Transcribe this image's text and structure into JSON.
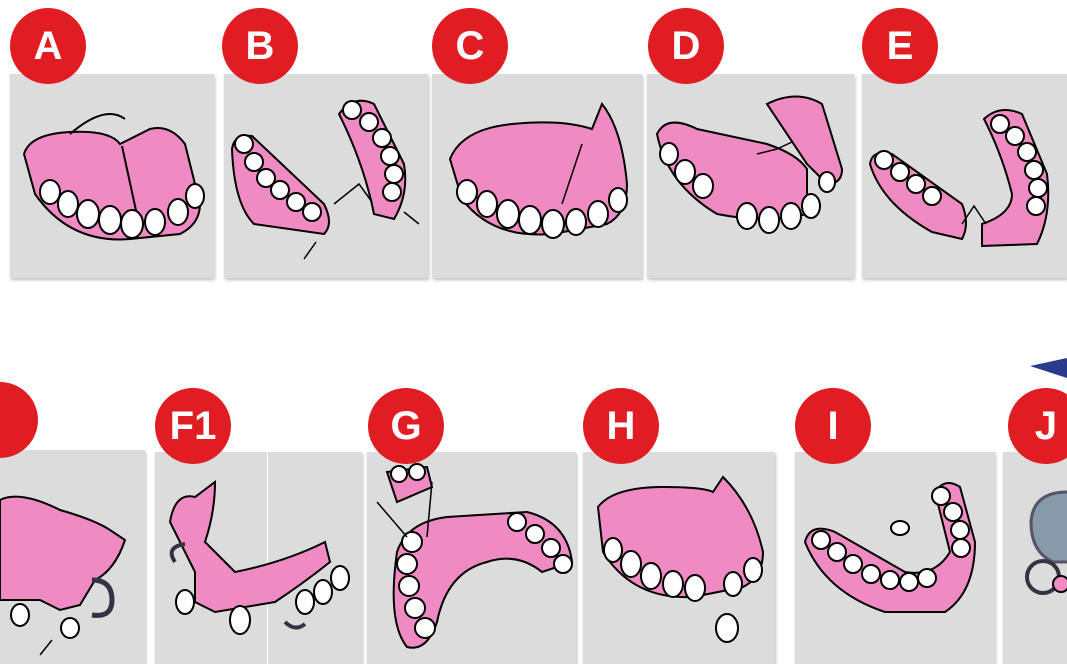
{
  "labels": {
    "a": "A",
    "b": "B",
    "c": "C",
    "d": "D",
    "e": "E",
    "f1": "F1",
    "g": "G",
    "h": "H",
    "i": "I",
    "j": "J"
  },
  "colors": {
    "badge": "#e11d24",
    "panel": "#dcdcdc",
    "gum": "#ef8ac2",
    "tooth": "#ffffff",
    "metal_clasp": "#8899aa"
  }
}
